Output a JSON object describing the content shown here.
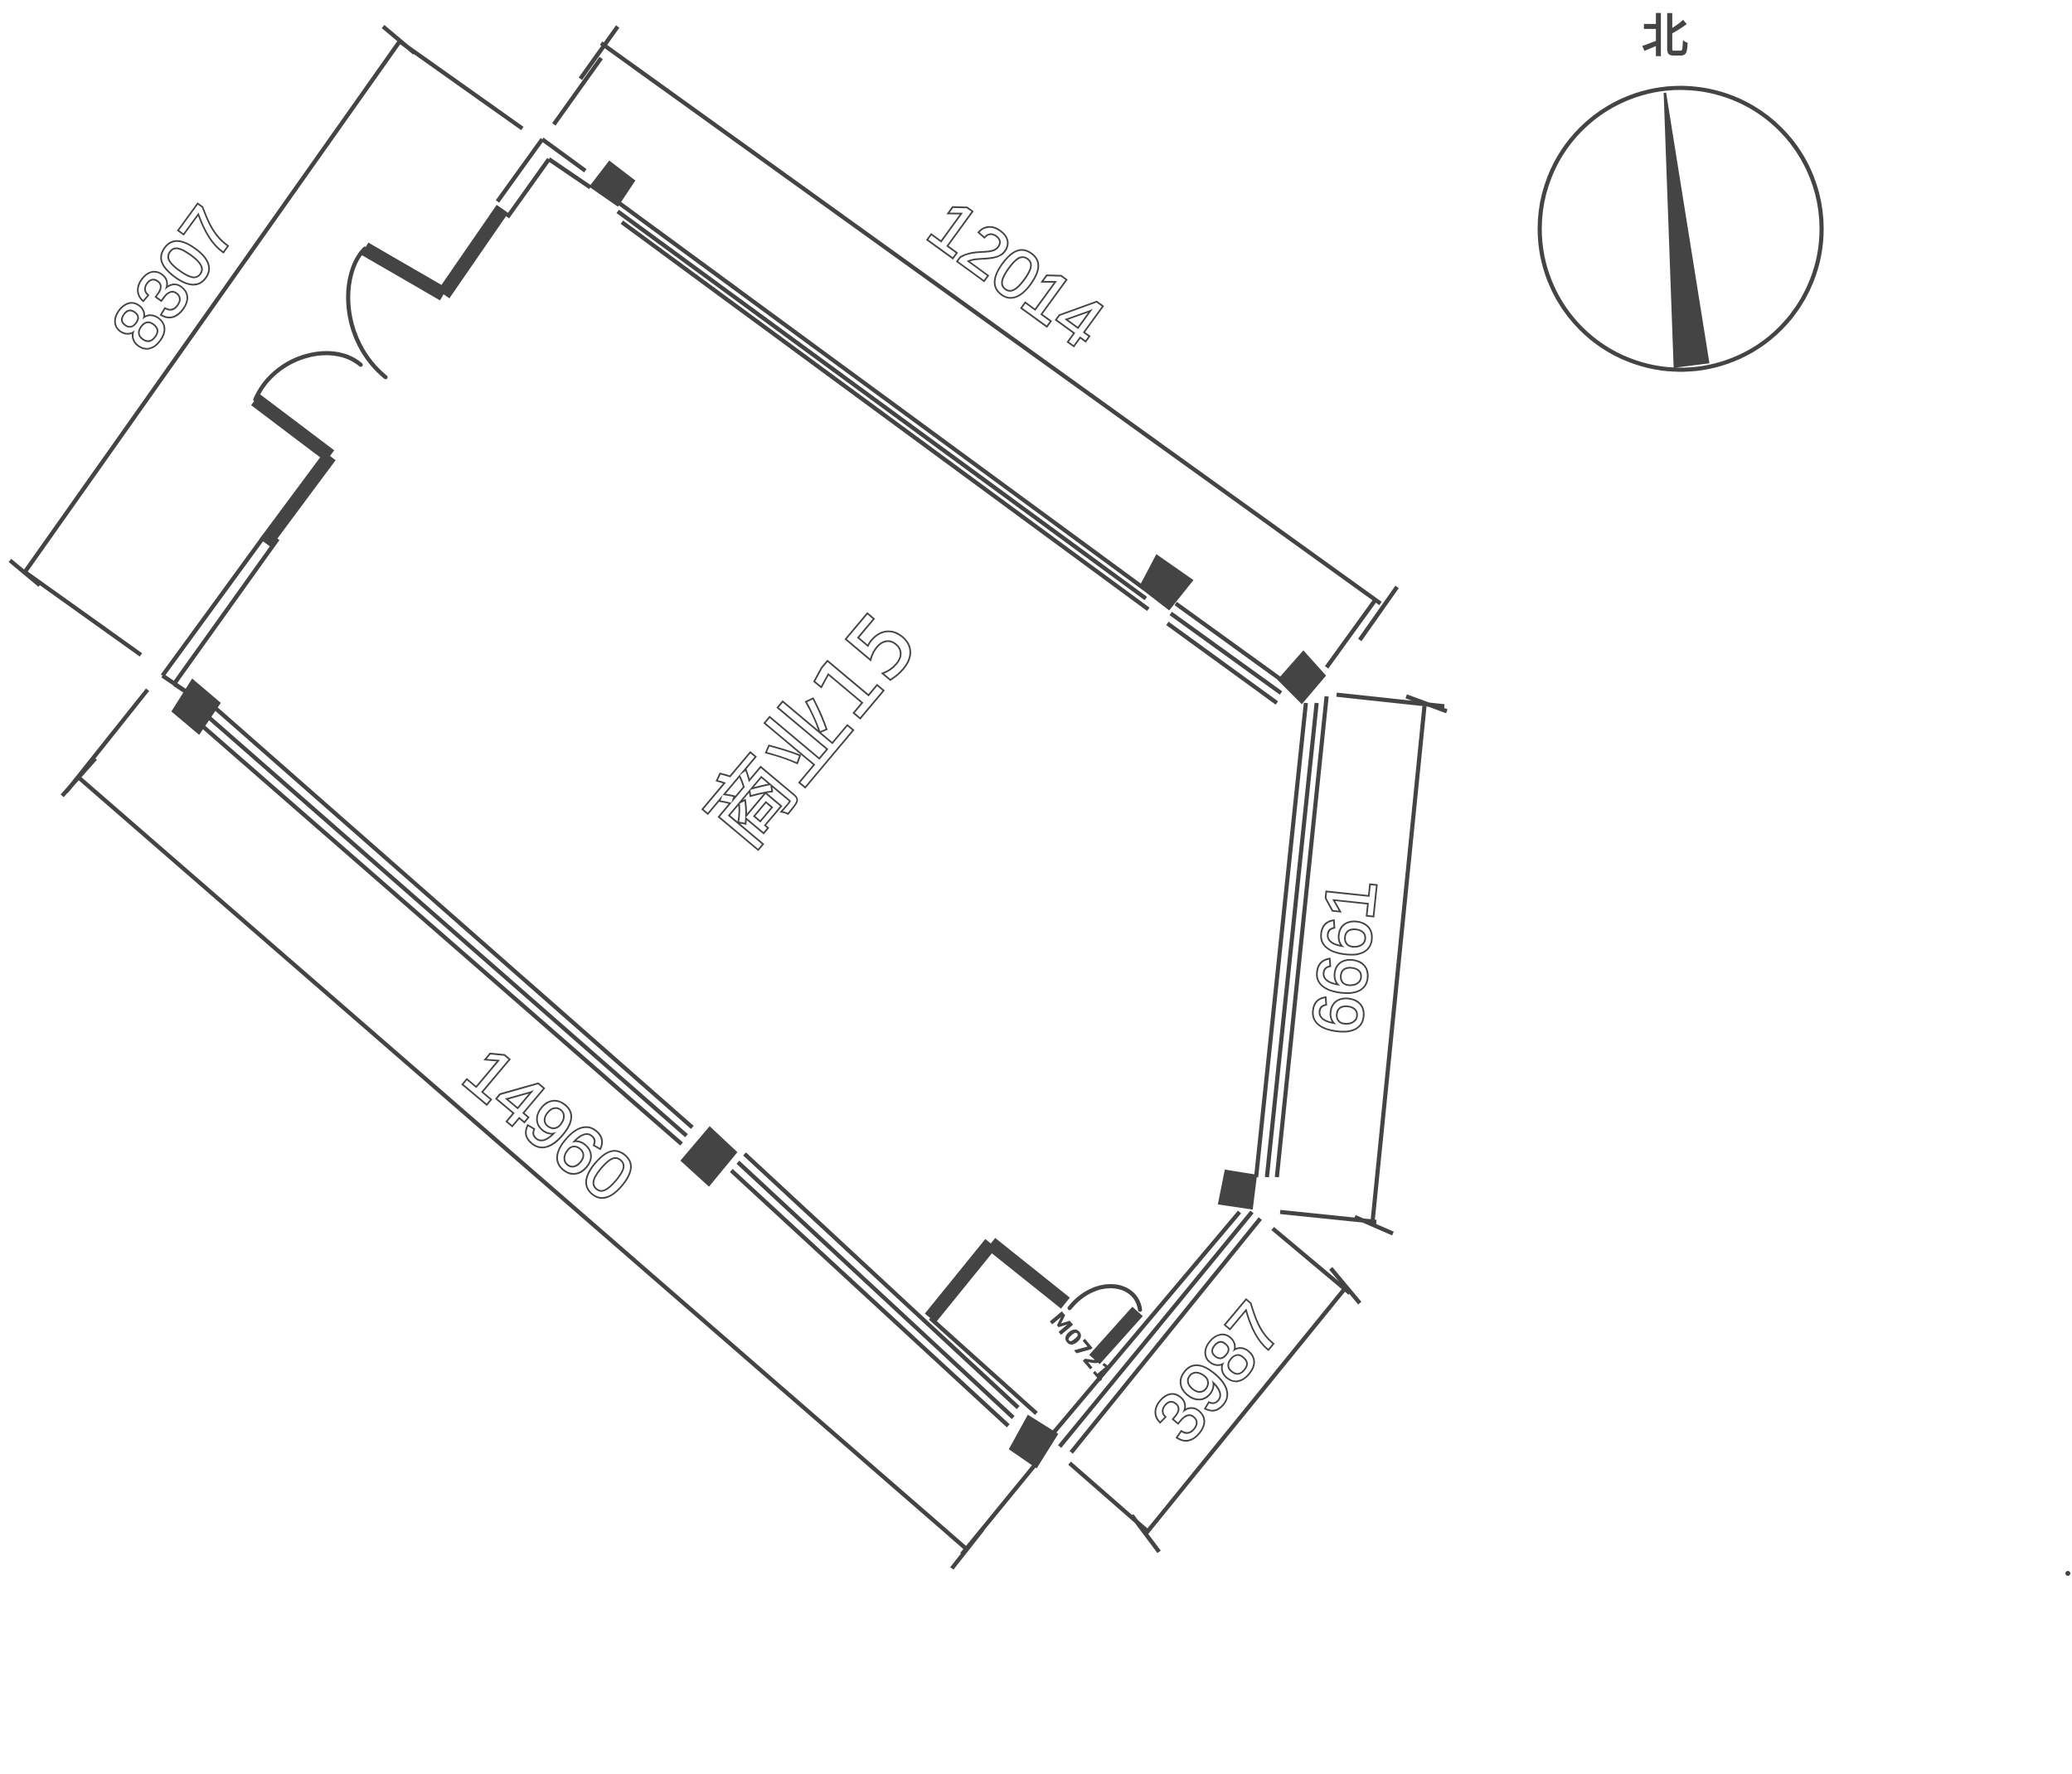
{
  "room": {
    "label": "商业15"
  },
  "dimensions": {
    "top": "12014",
    "upper_left": "8307",
    "bottom": "14960",
    "right": "6661",
    "lower_right": "3987"
  },
  "door": {
    "label": "M0721"
  },
  "compass": {
    "label": "北"
  },
  "colors": {
    "ink": "#444444",
    "background": "#ffffff"
  }
}
